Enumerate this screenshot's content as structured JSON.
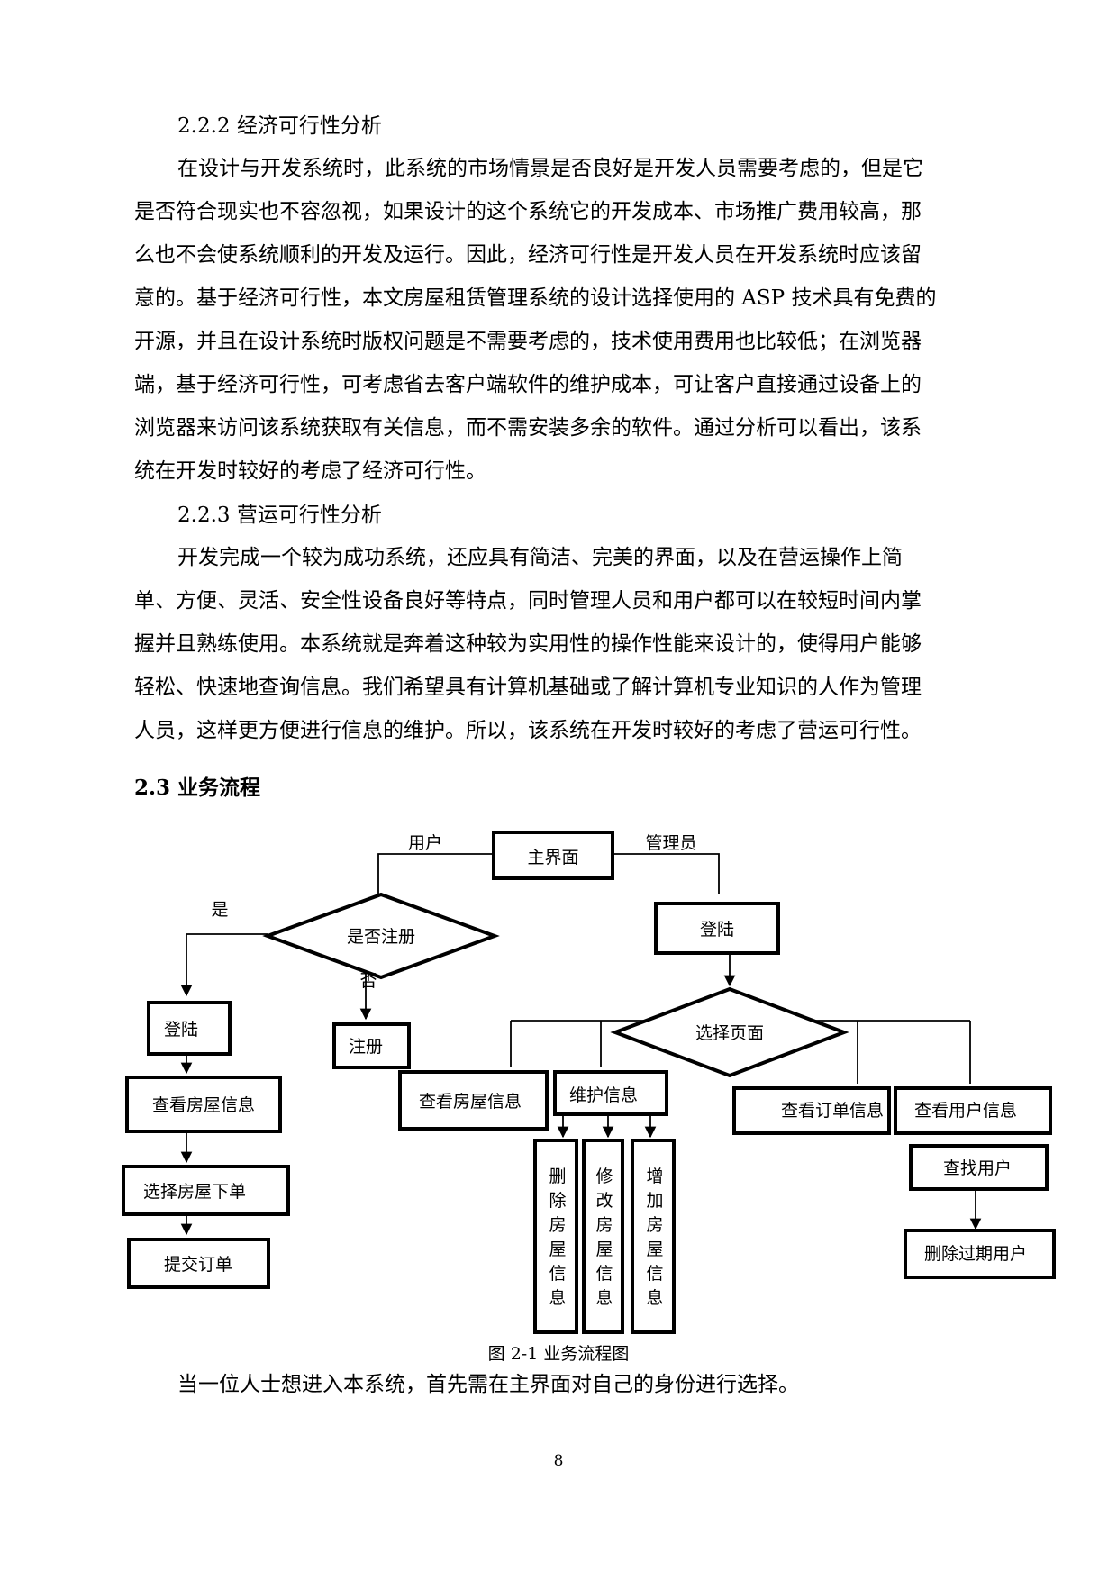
{
  "section_222": {
    "heading": "2.2.2 经济可行性分析",
    "lines": [
      "在设计与开发系统时，此系统的市场情景是否良好是开发人员需要考虑的，但是它",
      "是否符合现实也不容忽视，如果设计的这个系统它的开发成本、市场推广费用较高，那",
      "么也不会使系统顺利的开发及运行。因此，经济可行性是开发人员在开发系统时应该留",
      "意的。基于经济可行性，本文房屋租赁管理系统的设计选择使用的 ASP 技术具有免费的",
      "开源，并且在设计系统时版权问题是不需要考虑的，技术使用费用也比较低；在浏览器",
      "端，基于经济可行性，可考虑省去客户端软件的维护成本，可让客户直接通过设备上的",
      "浏览器来访问该系统获取有关信息，而不需安装多余的软件。通过分析可以看出，该系",
      "统在开发时较好的考虑了经济可行性。"
    ]
  },
  "section_223": {
    "heading": "2.2.3 营运可行性分析",
    "lines": [
      "开发完成一个较为成功系统，还应具有简洁、完美的界面，以及在营运操作上简",
      "单、方便、灵活、安全性设备良好等特点，同时管理人员和用户都可以在较短时间内掌",
      "握并且熟练使用。本系统就是奔着这种较为实用性的操作性能来设计的，使得用户能够",
      "轻松、快速地查询信息。我们希望具有计算机基础或了解计算机专业知识的人作为管理",
      "人员，这样更方便进行信息的维护。所以，该系统在开发时较好的考虑了营运可行性。"
    ]
  },
  "section_23": {
    "heading": "2.3 业务流程"
  },
  "flowchart": {
    "main_ui": "主界面",
    "label_user": "用户",
    "label_admin": "管理员",
    "is_registered": "是否注册",
    "label_yes": "是",
    "label_no": "否",
    "login_user": "登陆",
    "register": "注册",
    "view_house_user": "查看房屋信息",
    "select_house_order": "选择房屋下单",
    "submit_order": "提交订单",
    "login_admin": "登陆",
    "select_page": "选择页面",
    "view_house_admin": "查看房屋信息",
    "maintain_info": "维护信息",
    "delete_house": "删除房屋信息",
    "modify_house": "修改房屋信息",
    "add_house": "增加房屋信息",
    "view_orders": "查看订单信息",
    "view_users": "查看用户信息",
    "find_user": "查找用户",
    "delete_expired_users": "删除过期用户"
  },
  "figure_caption": "图 2-1 业务流程图",
  "closing_line": "当一位人士想进入本系统，首先需在主界面对自己的身份进行选择。",
  "page_number": "8"
}
